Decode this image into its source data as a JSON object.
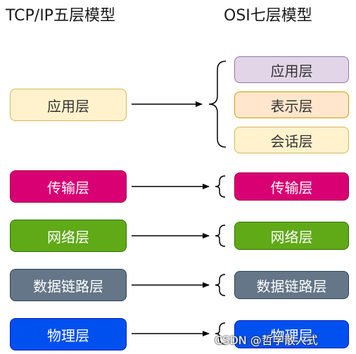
{
  "titles": {
    "left": "TCP/IP五层模型",
    "right": "OSI七层模型"
  },
  "tcpip_layers": [
    {
      "label": "应用层",
      "fill": "#fff2cc",
      "border": "#d6b656",
      "text": "#333333"
    },
    {
      "label": "传输层",
      "fill": "#d80073",
      "border": "#a50040",
      "text": "#ffffff"
    },
    {
      "label": "网络层",
      "fill": "#60a917",
      "border": "#2d7600",
      "text": "#ffffff"
    },
    {
      "label": "数据链路层",
      "fill": "#647687",
      "border": "#314354",
      "text": "#ffffff"
    },
    {
      "label": "物理层",
      "fill": "#0050ef",
      "border": "#001dbc",
      "text": "#ffffff"
    }
  ],
  "osi_layers": [
    {
      "label": "应用层",
      "fill": "#e1d5e7",
      "border": "#9673a6",
      "text": "#333333"
    },
    {
      "label": "表示层",
      "fill": "#ffe6cc",
      "border": "#d79b00",
      "text": "#333333"
    },
    {
      "label": "会话层",
      "fill": "#fff2cc",
      "border": "#d6b656",
      "text": "#333333"
    },
    {
      "label": "传输层",
      "fill": "#d80073",
      "border": "#a50040",
      "text": "#ffffff"
    },
    {
      "label": "网络层",
      "fill": "#60a917",
      "border": "#2d7600",
      "text": "#ffffff"
    },
    {
      "label": "数据链路层",
      "fill": "#647687",
      "border": "#314354",
      "text": "#ffffff"
    },
    {
      "label": "物理层",
      "fill": "#0050ef",
      "border": "#001dbc",
      "text": "#ffffff"
    }
  ],
  "watermark": "CSDN @哲学散人式"
}
